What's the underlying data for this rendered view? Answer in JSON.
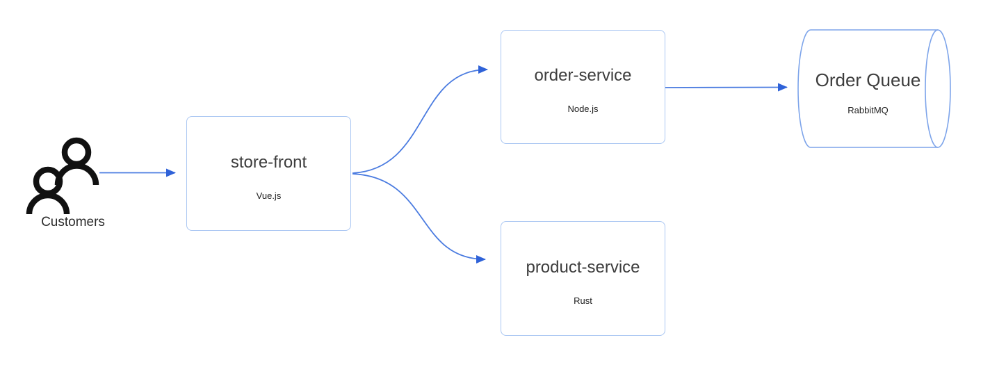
{
  "diagram": {
    "type": "architecture-flow",
    "nodes": {
      "customers": {
        "label": "Customers",
        "shape": "people-icon"
      },
      "store_front": {
        "title": "store-front",
        "subtitle": "Vue.js",
        "shape": "rectangle"
      },
      "order_service": {
        "title": "order-service",
        "subtitle": "Node.js",
        "shape": "rectangle"
      },
      "product_service": {
        "title": "product-service",
        "subtitle": "Rust",
        "shape": "rectangle"
      },
      "order_queue": {
        "title": "Order Queue",
        "subtitle": "RabbitMQ",
        "shape": "horizontal-cylinder"
      }
    },
    "edges": [
      {
        "from": "customers",
        "to": "store_front",
        "style": "straight-arrow"
      },
      {
        "from": "store_front",
        "to": "order_service",
        "style": "curved-arrow"
      },
      {
        "from": "store_front",
        "to": "product_service",
        "style": "curved-arrow"
      },
      {
        "from": "order_service",
        "to": "order_queue",
        "style": "straight-arrow"
      }
    ],
    "colors": {
      "background": "#ffffff",
      "box_border": "#a9c6f2",
      "cylinder_border": "#7da4ea",
      "arrow_stroke": "#4a7be0",
      "arrowhead_fill": "#2f62d8",
      "title_text": "#3d3d3d",
      "subtitle_text": "#1c1c1c",
      "icon_color": "#111111"
    }
  }
}
